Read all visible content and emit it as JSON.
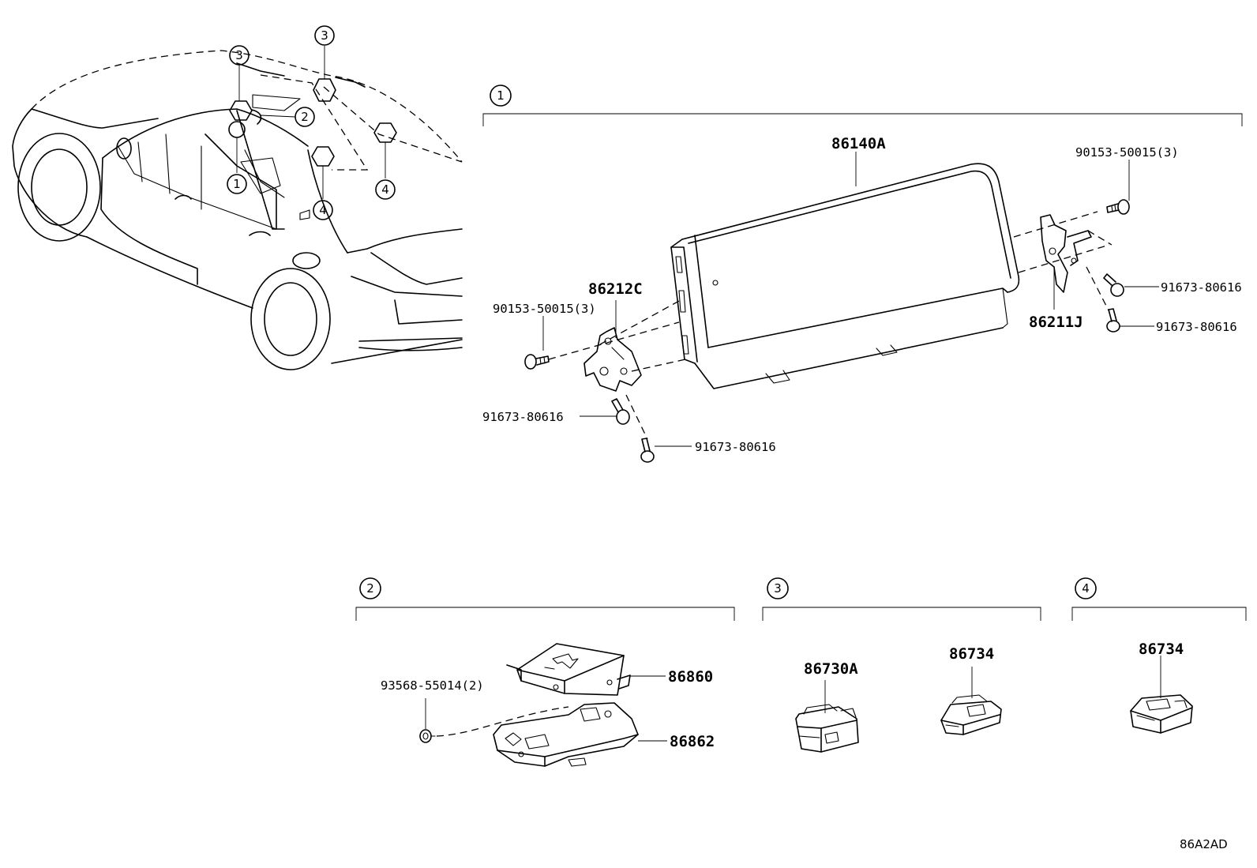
{
  "vehicle_callouts": [
    "3",
    "3",
    "2",
    "1",
    "4",
    "4"
  ],
  "sections": {
    "s1": {
      "number": "1",
      "parts": {
        "display": "86140A",
        "bracket_left": "86212C",
        "bracket_right": "86211J"
      },
      "fasteners": {
        "screw_left": "90153-50015(3)",
        "screw_right": "90153-50015(3)",
        "bolt_left_1": "91673-80616",
        "bolt_left_2": "91673-80616",
        "bolt_right_1": "91673-80616",
        "bolt_right_2": "91673-80616"
      }
    },
    "s2": {
      "number": "2",
      "parts": {
        "module": "86860",
        "bracket": "86862"
      },
      "fasteners": {
        "nut": "93568-55014(2)"
      }
    },
    "s3": {
      "number": "3",
      "parts": {
        "left": "86730A",
        "right": "86734"
      }
    },
    "s4": {
      "number": "4",
      "parts": {
        "main": "86734"
      }
    }
  },
  "diagram_code": "86A2AD"
}
